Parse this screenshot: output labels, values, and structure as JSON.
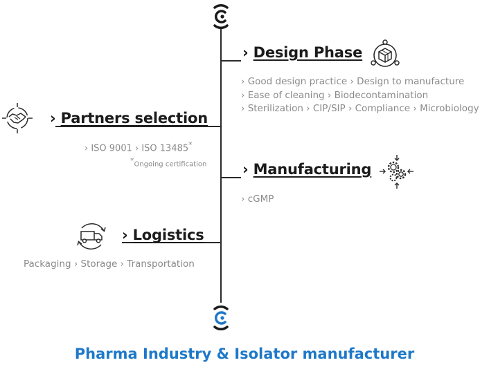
{
  "design_phase": {
    "title": "Design Phase",
    "prefix": "›",
    "lines": [
      "› Good design practice › Design to manufacture",
      "› Ease of cleaning › Biodecontamination",
      "› Sterilization › CIP/SIP › Compliance › Microbiology"
    ]
  },
  "partners_selection": {
    "title": "Partners selection",
    "prefix": "›",
    "standards": "› ISO 9001 › ISO 13485",
    "asterisk": "*",
    "note": "Ongoing certification"
  },
  "manufacturing": {
    "title": "Manufacturing",
    "prefix": "›",
    "line": "› cGMP"
  },
  "logistics": {
    "title": "Logistics",
    "prefix": "›",
    "line": "Packaging › Storage › Transportation"
  },
  "footer": {
    "left": "Pharma Industry",
    "amp": "&",
    "right": "Isolator manufacturer"
  },
  "colors": {
    "line": "#2a2a2a",
    "text": "#1b1b1b",
    "muted": "#8a8a8a",
    "brand": "#1e78c8"
  },
  "icons": [
    "brand-logo-icon",
    "cube-network-icon",
    "handshake-icon",
    "gears-icon",
    "delivery-truck-icon"
  ]
}
